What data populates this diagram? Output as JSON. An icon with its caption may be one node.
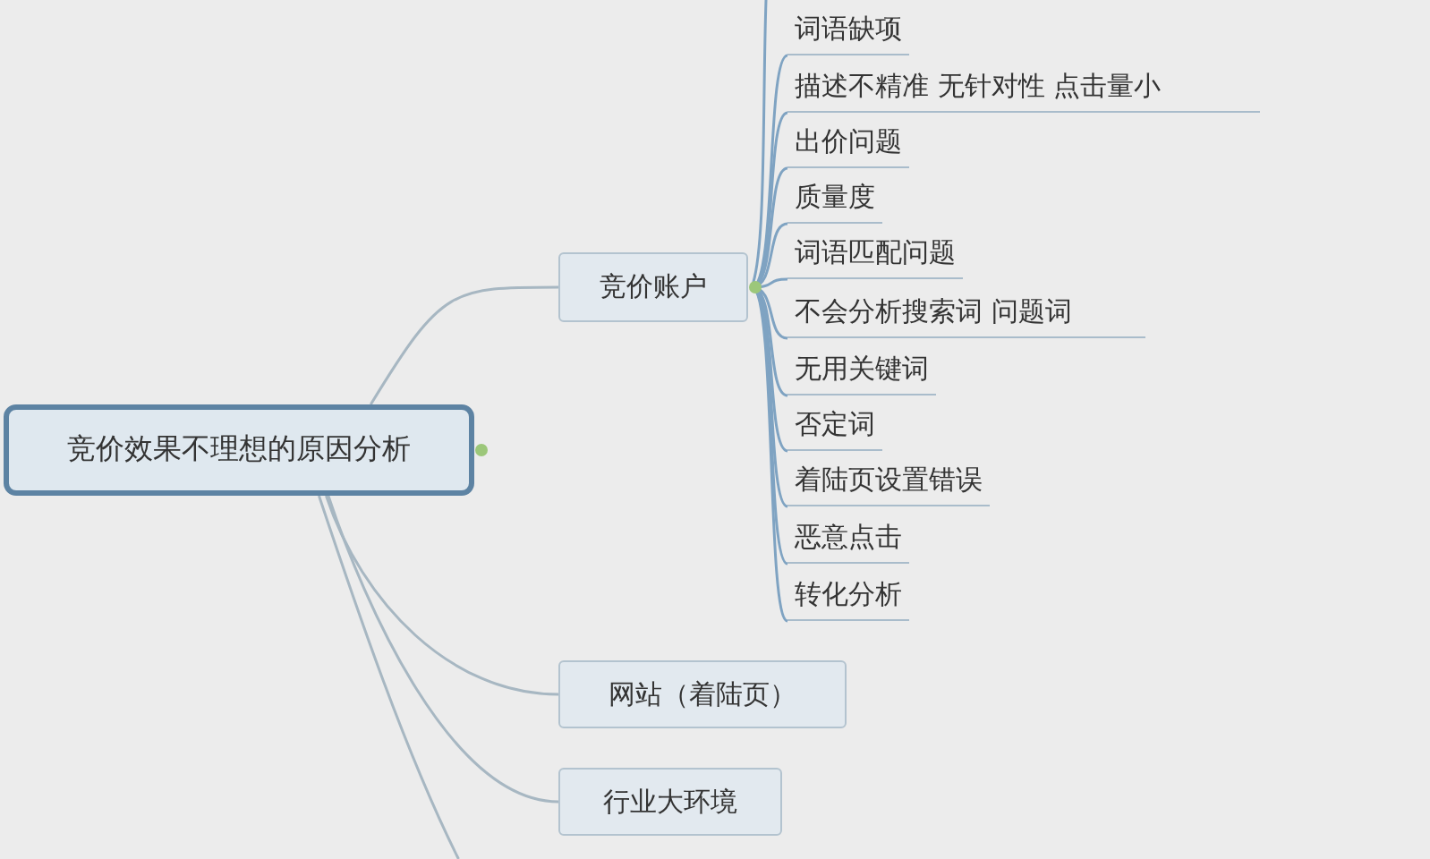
{
  "diagram": {
    "nodes": [
      {
        "text": [
          "竞价效果不理想的原因分析"
        ]
      },
      {
        "text": [
          "竞价账户"
        ]
      },
      {
        "text": [
          "词语缺项"
        ]
      },
      {
        "text": [
          "描述不精准  无针对性  点击量小"
        ]
      },
      {
        "text": [
          "出价问题"
        ]
      },
      {
        "text": [
          "质量度"
        ]
      },
      {
        "text": [
          "词语匹配问题"
        ]
      },
      {
        "text": [
          "不会分析搜索词  问题词"
        ]
      },
      {
        "text": [
          "无用关键词"
        ]
      },
      {
        "text": [
          "否定词"
        ]
      },
      {
        "text": [
          "着陆页设置错误"
        ]
      },
      {
        "text": [
          "恶意点击"
        ]
      },
      {
        "text": [
          "转化分析"
        ]
      },
      {
        "text": [
          "网站（着陆页）"
        ]
      },
      {
        "text": [
          "行业大环境"
        ]
      }
    ],
    "edges": [
      {
        "from": 0,
        "to": 1,
        "arrow": "none"
      },
      {
        "from": 0,
        "to": 13,
        "arrow": "none"
      },
      {
        "from": 0,
        "to": 14,
        "arrow": "none"
      },
      {
        "from": 0,
        "to": null,
        "arrow": "none"
      },
      {
        "from": 1,
        "to": null,
        "arrow": "none"
      },
      {
        "from": 1,
        "to": 2,
        "arrow": "none"
      },
      {
        "from": 1,
        "to": 3,
        "arrow": "none"
      },
      {
        "from": 1,
        "to": 4,
        "arrow": "none"
      },
      {
        "from": 1,
        "to": 5,
        "arrow": "none"
      },
      {
        "from": 1,
        "to": 6,
        "arrow": "none"
      },
      {
        "from": 1,
        "to": 7,
        "arrow": "none"
      },
      {
        "from": 1,
        "to": 8,
        "arrow": "none"
      },
      {
        "from": 1,
        "to": 9,
        "arrow": "none"
      },
      {
        "from": 1,
        "to": 10,
        "arrow": "none"
      },
      {
        "from": 1,
        "to": 11,
        "arrow": "none"
      },
      {
        "from": 1,
        "to": 12,
        "arrow": "none"
      }
    ]
  }
}
